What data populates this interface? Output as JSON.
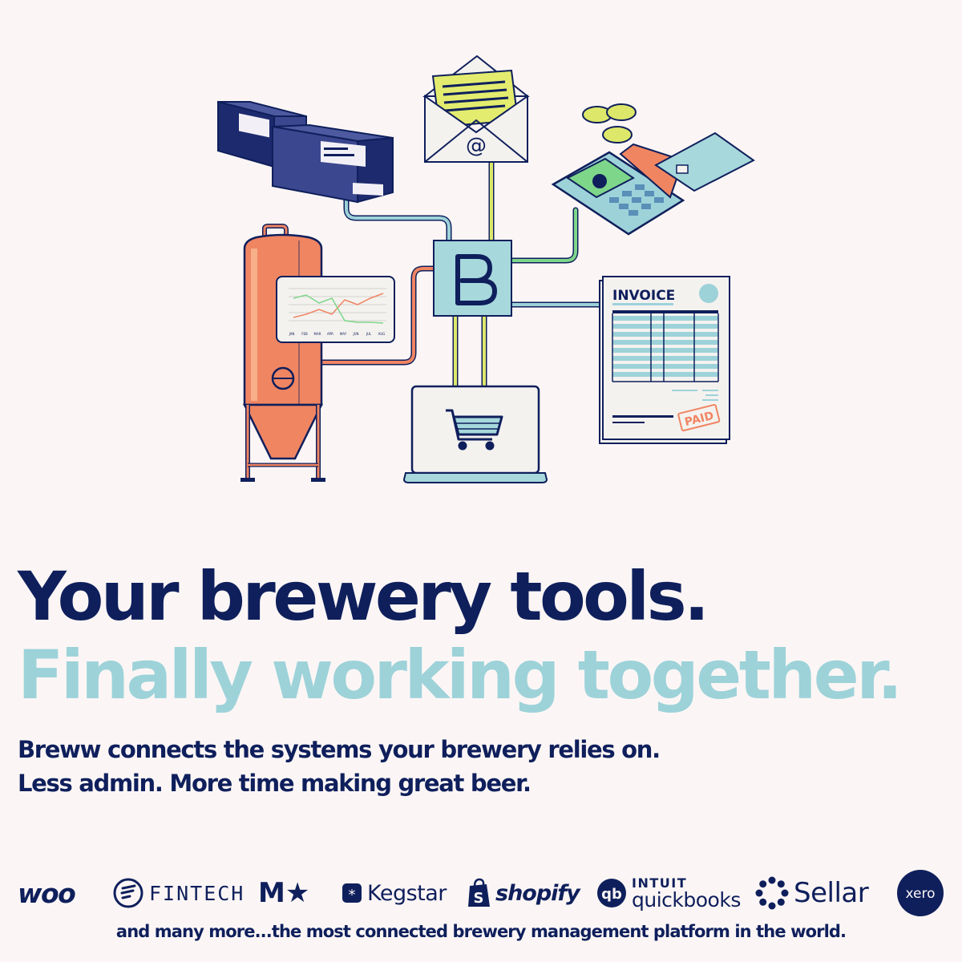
{
  "headline": {
    "line1": "Your brewery tools.",
    "line2": "Finally working together."
  },
  "subtext": {
    "line1": "Breww connects the systems your brewery relies on.",
    "line2": "Less admin.  More time making great beer."
  },
  "illustration": {
    "hub_letter": "B",
    "email_symbol": "@",
    "invoice_title": "INVOICE",
    "paid_stamp": "PAID",
    "chart_months": [
      "JAN",
      "FEB",
      "MAR",
      "APR",
      "MAY",
      "JUN",
      "JUL",
      "AUG"
    ]
  },
  "logos": {
    "woo": "woo",
    "fintech": "FINTECH",
    "mstar": "M★",
    "kegstar": "Kegstar",
    "shopify": "shopify",
    "quickbooks_top": "INTUIT",
    "quickbooks_bottom": "quickbooks",
    "quickbooks_mark": "qb",
    "sellar": "Sellar",
    "xero": "xero"
  },
  "footer": "and many more...the most connected brewery management platform in the world.",
  "colors": {
    "background": "#fbf6f5",
    "navy": "#0f1f5c",
    "teal": "#9dd2d9",
    "orange": "#f08562",
    "lime": "#dde86a",
    "green": "#7ed68a"
  }
}
